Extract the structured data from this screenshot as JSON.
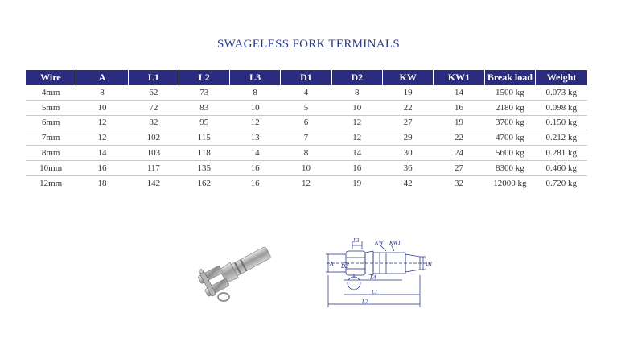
{
  "title": "SWAGELESS FORK TERMINALS",
  "table": {
    "headers": [
      "Wire",
      "A",
      "L1",
      "L2",
      "L3",
      "D1",
      "D2",
      "KW",
      "KW1",
      "Break load",
      "Weight"
    ],
    "rows": [
      [
        "4mm",
        "8",
        "62",
        "73",
        "8",
        "4",
        "8",
        "19",
        "14",
        "1500 kg",
        "0.073 kg"
      ],
      [
        "5mm",
        "10",
        "72",
        "83",
        "10",
        "5",
        "10",
        "22",
        "16",
        "2180 kg",
        "0.098 kg"
      ],
      [
        "6mm",
        "12",
        "82",
        "95",
        "12",
        "6",
        "12",
        "27",
        "19",
        "3700 kg",
        "0.150 kg"
      ],
      [
        "7mm",
        "12",
        "102",
        "115",
        "13",
        "7",
        "12",
        "29",
        "22",
        "4700 kg",
        "0.212 kg"
      ],
      [
        "8mm",
        "14",
        "103",
        "118",
        "14",
        "8",
        "14",
        "30",
        "24",
        "5600 kg",
        "0.281 kg"
      ],
      [
        "10mm",
        "16",
        "117",
        "135",
        "16",
        "10",
        "16",
        "36",
        "27",
        "8300 kg",
        "0.460 kg"
      ],
      [
        "12mm",
        "18",
        "142",
        "162",
        "16",
        "12",
        "19",
        "42",
        "32",
        "12000 kg",
        "0.720 kg"
      ]
    ]
  },
  "diagram": {
    "labels": {
      "l3": "L3",
      "kw": "KW",
      "kw1": "KW1",
      "a": "A",
      "d2": "D2",
      "d1": "D1",
      "l4": "L4",
      "l1": "L1",
      "l2": "L2"
    }
  },
  "colors": {
    "header_bg": "#2c2c7e",
    "title": "#2b3a8c",
    "diagram_line": "#1f2c80"
  }
}
